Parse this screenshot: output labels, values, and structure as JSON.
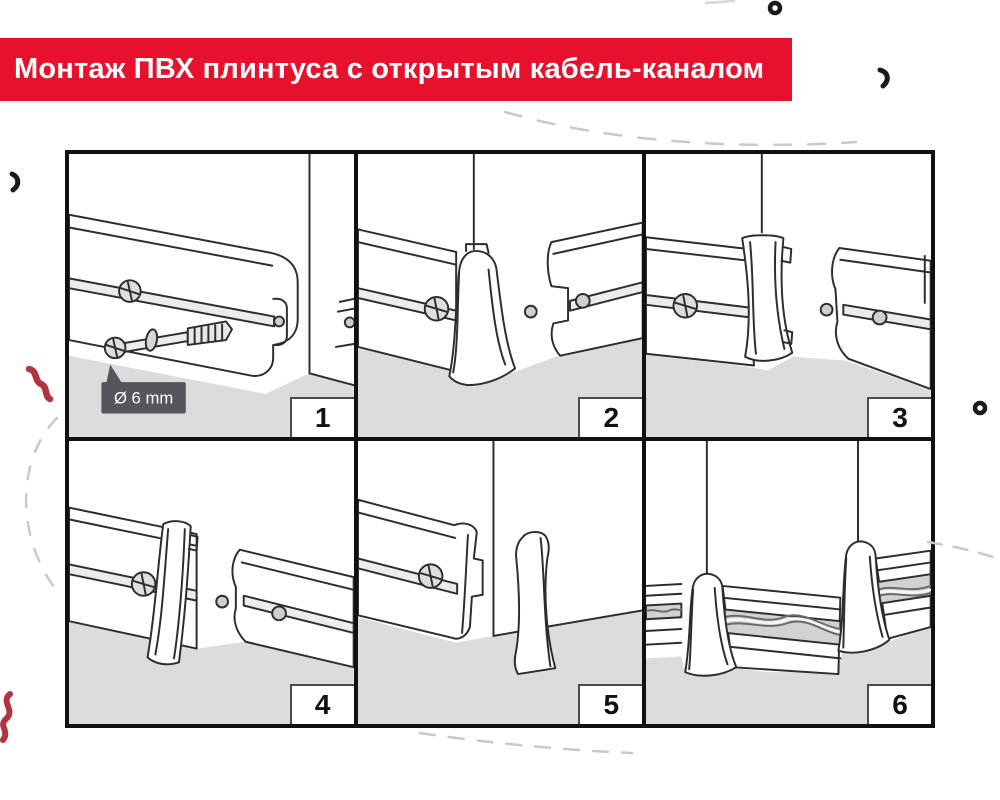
{
  "banner": {
    "title": "Монтаж ПВХ плинтуса с открытым кабель-каналом"
  },
  "panels": [
    {
      "number": "1",
      "callout": "Ø 6 mm"
    },
    {
      "number": "2"
    },
    {
      "number": "3"
    },
    {
      "number": "4"
    },
    {
      "number": "5"
    },
    {
      "number": "6"
    }
  ],
  "colors": {
    "banner_bg": "#e8112d",
    "banner_text": "#ffffff",
    "panel_border": "#111111",
    "drawing_line": "#2d2d2d",
    "floor_gray": "#dcdcdc",
    "callout_bg": "#54565a",
    "dash_gray": "#c9c9c9",
    "squiggle_red": "#b03540",
    "dot_black": "#1a1a1a"
  }
}
